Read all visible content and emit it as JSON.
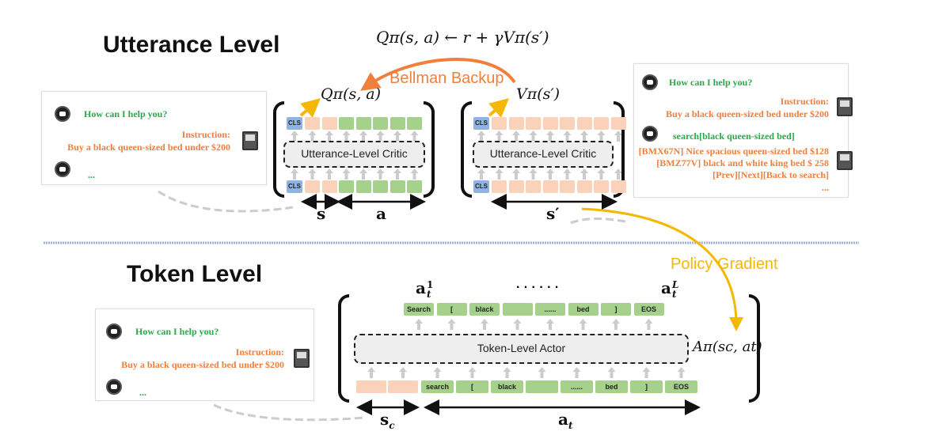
{
  "utterance": {
    "title": "Utterance Level",
    "formula": "Qπ(s, a) ← r + γVπ(s′)",
    "bellman": "Bellman Backup",
    "q_label": "Qπ(s, a)",
    "v_label": "Vπ(s′)",
    "critic_label": "Utterance-Level Critic",
    "cls": "CLS",
    "s_label": "s",
    "a_label": "a",
    "s_prime_label": "s′"
  },
  "left_card": {
    "bot_msg": "How can I help you?",
    "instr_title": "Instruction:",
    "instr_text": "Buy a black queen-sized bed under $200",
    "ellipsis": "..."
  },
  "right_card": {
    "bot_msg": "How can I help you?",
    "instr_title": "Instruction:",
    "instr_text": "Buy a black queen-sized bed under $200",
    "action": "search[black queen-sized bed]",
    "obs1": "[BMX67N] Nice spacious queen-sized bed $128",
    "obs2": "[BMZ77V] black and white king bed $ 258",
    "obs3": "[Prev][Next][Back to search]",
    "ellipsis": "..."
  },
  "policy_gradient": "Policy Gradient",
  "token": {
    "title": "Token Level",
    "a1_label": "a",
    "a1_sup": "1",
    "aL_sup": "L",
    "t_sub": "t",
    "dots": "· · · · · ·",
    "actor_label": "Token-Level Actor",
    "adv_label": "Aπ(sc, at)",
    "top_tokens": [
      "Search",
      "[",
      "black",
      "",
      "......",
      "bed",
      "]",
      "EOS"
    ],
    "bottom_tokens": [
      "search",
      "[",
      "black",
      "",
      "......",
      "bed",
      "]",
      "EOS"
    ],
    "sc_label": "s",
    "sc_sub": "c",
    "at_label": "a"
  },
  "bottom_card": {
    "bot_msg": "How can I help you?",
    "instr_title": "Instruction:",
    "instr_text": "Buy a black queen-sized bed under $200",
    "ellipsis": "..."
  },
  "colors": {
    "orange": "#f07f3c",
    "green": "#2aa84a",
    "yellow": "#f5b800",
    "peach": "#f9d2b9",
    "token_green": "#a6d18c",
    "cls_blue": "#8fb4e3"
  }
}
